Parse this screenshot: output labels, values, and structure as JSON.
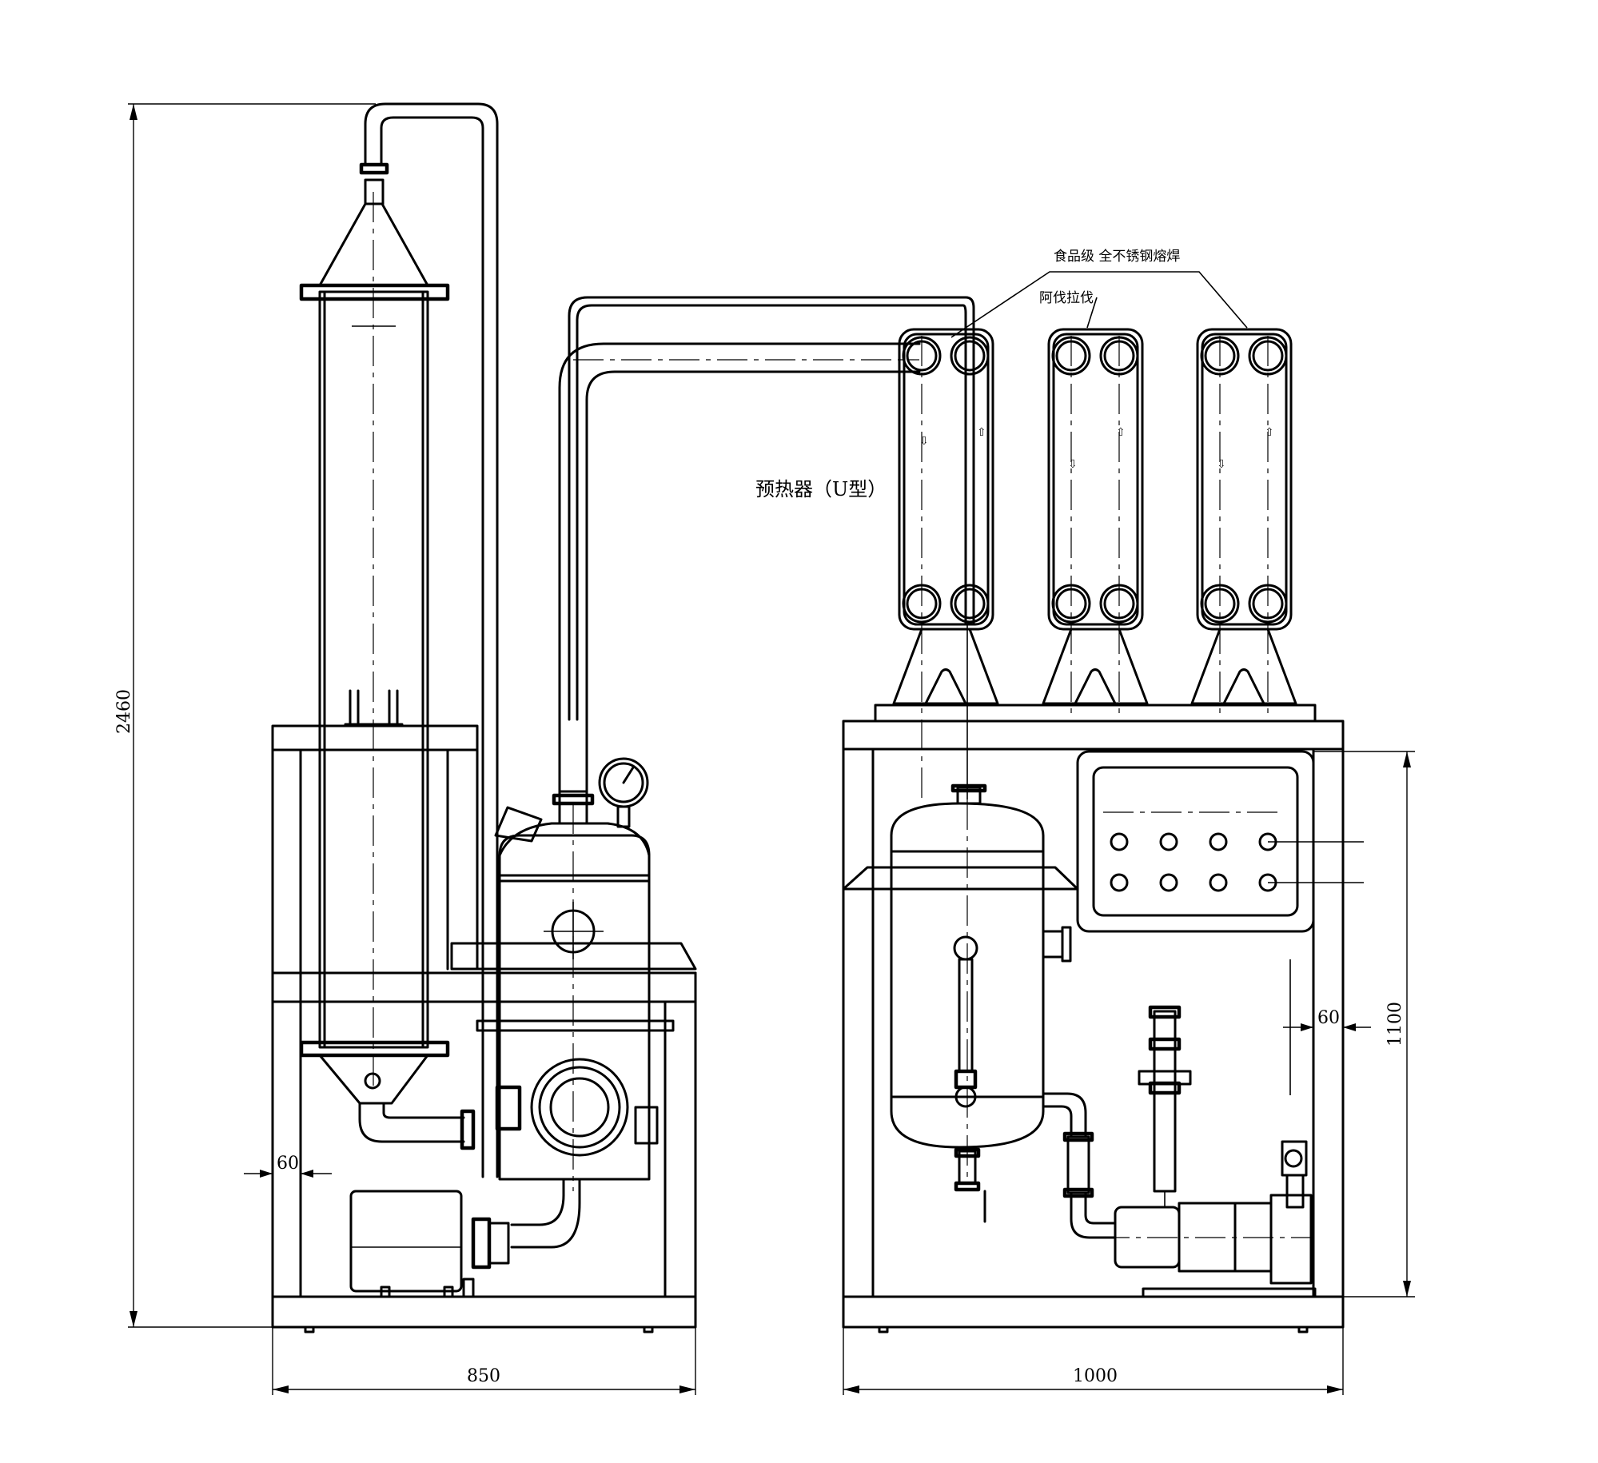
{
  "dimensions": {
    "height_total": "2460",
    "width_left": "850",
    "width_right": "1000",
    "height_right": "1100",
    "gap_left": "60",
    "gap_right": "60"
  },
  "labels": {
    "material": "食品级 全不锈钢熔焊",
    "brand": "阿伐拉伐",
    "preheater": "预热器（U型）"
  }
}
